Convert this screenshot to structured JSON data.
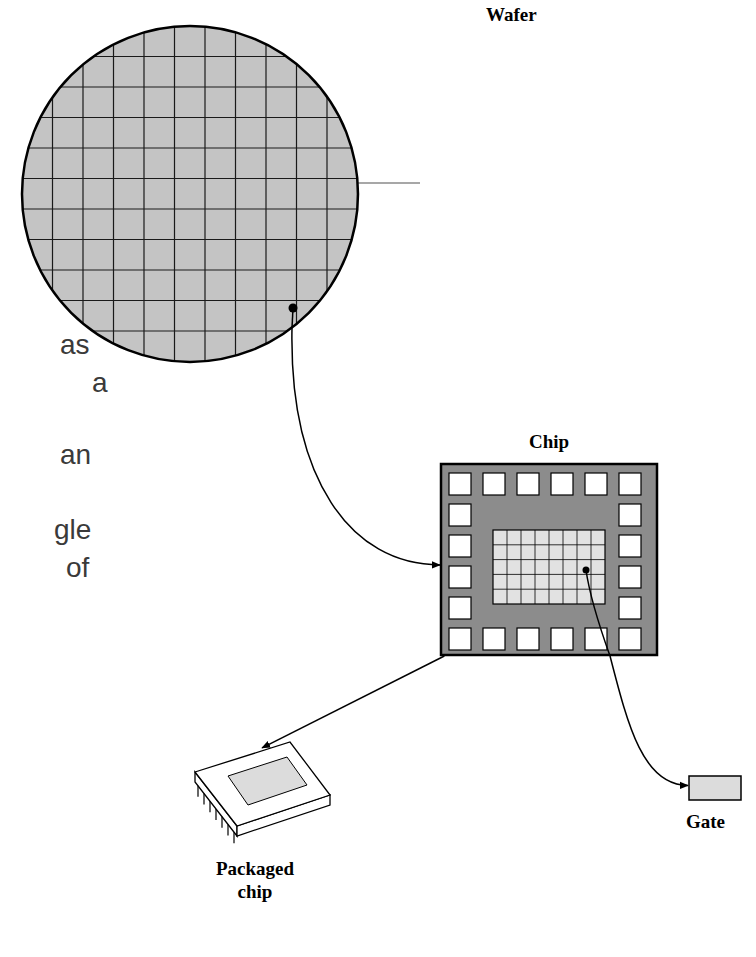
{
  "diagram": {
    "nodes": [
      {
        "text": [
          "Wafer"
        ]
      },
      {
        "text": [
          "Chip"
        ]
      },
      {
        "text": [
          "Gate"
        ]
      },
      {
        "text": [
          "Packaged chip"
        ]
      }
    ],
    "edges": [
      {
        "from": 0,
        "to": 1,
        "arrow": "to"
      },
      {
        "from": 1,
        "to": 2,
        "arrow": "to"
      },
      {
        "from": 1,
        "to": 3,
        "arrow": "to"
      }
    ],
    "labels": [
      "as",
      "a",
      "an",
      "gle",
      "of"
    ]
  }
}
